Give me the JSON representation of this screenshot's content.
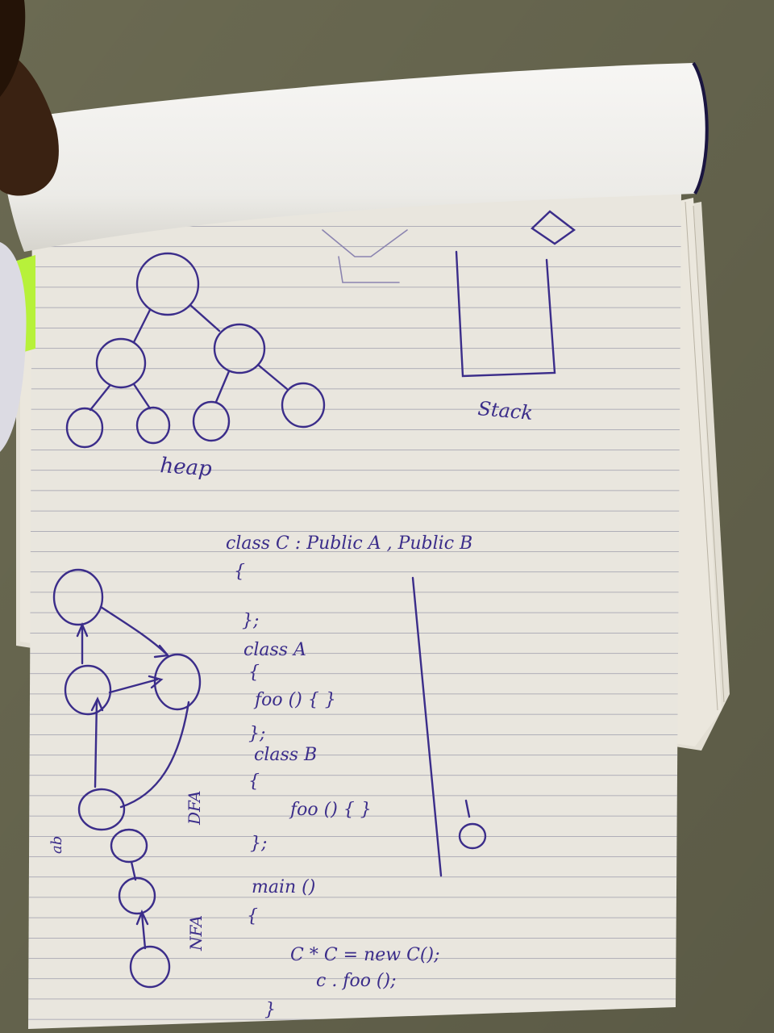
{
  "notes": {
    "heap_label": "heap",
    "stack_label": "Stack",
    "dfa_label": "DFA",
    "nfa_label": "NFA",
    "side_mark": "ab",
    "code": [
      "class  C  : Public A , Public B",
      "{",
      "};",
      "class  A",
      "{",
      "foo () {  }",
      "};",
      "class  B",
      "{",
      "foo () {  }",
      "};",
      "main ()",
      "{",
      "C  * C  =  new C();",
      "c . foo ();",
      "}"
    ]
  },
  "colors": {
    "ink": "#3b2d8a",
    "paper": "#e9e6de",
    "paper_rule": "#8f8fa0",
    "background": "#6b6a52",
    "curl": "#f1f0ed",
    "sticky_tab": "#b7f13a",
    "hand": "#3a2212"
  }
}
